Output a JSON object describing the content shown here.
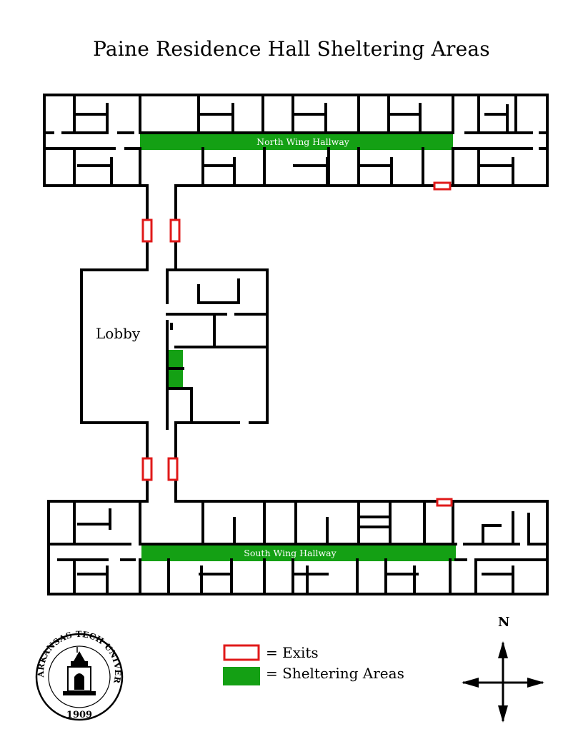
{
  "title": "Paine Residence Hall Sheltering Areas",
  "labels": {
    "north_hallway": "North Wing Hallway",
    "south_hallway": "South Wing Hallway",
    "lobby": "Lobby"
  },
  "legend": {
    "exits": "= Exits",
    "sheltering": "= Sheltering Areas"
  },
  "compass": {
    "north": "N"
  },
  "logo": {
    "text": "ARKANSAS TECH UNIVERSITY",
    "year": "1909"
  },
  "colors": {
    "exit": "#e01919",
    "sheltering": "#14a014",
    "walls": "#000000"
  }
}
